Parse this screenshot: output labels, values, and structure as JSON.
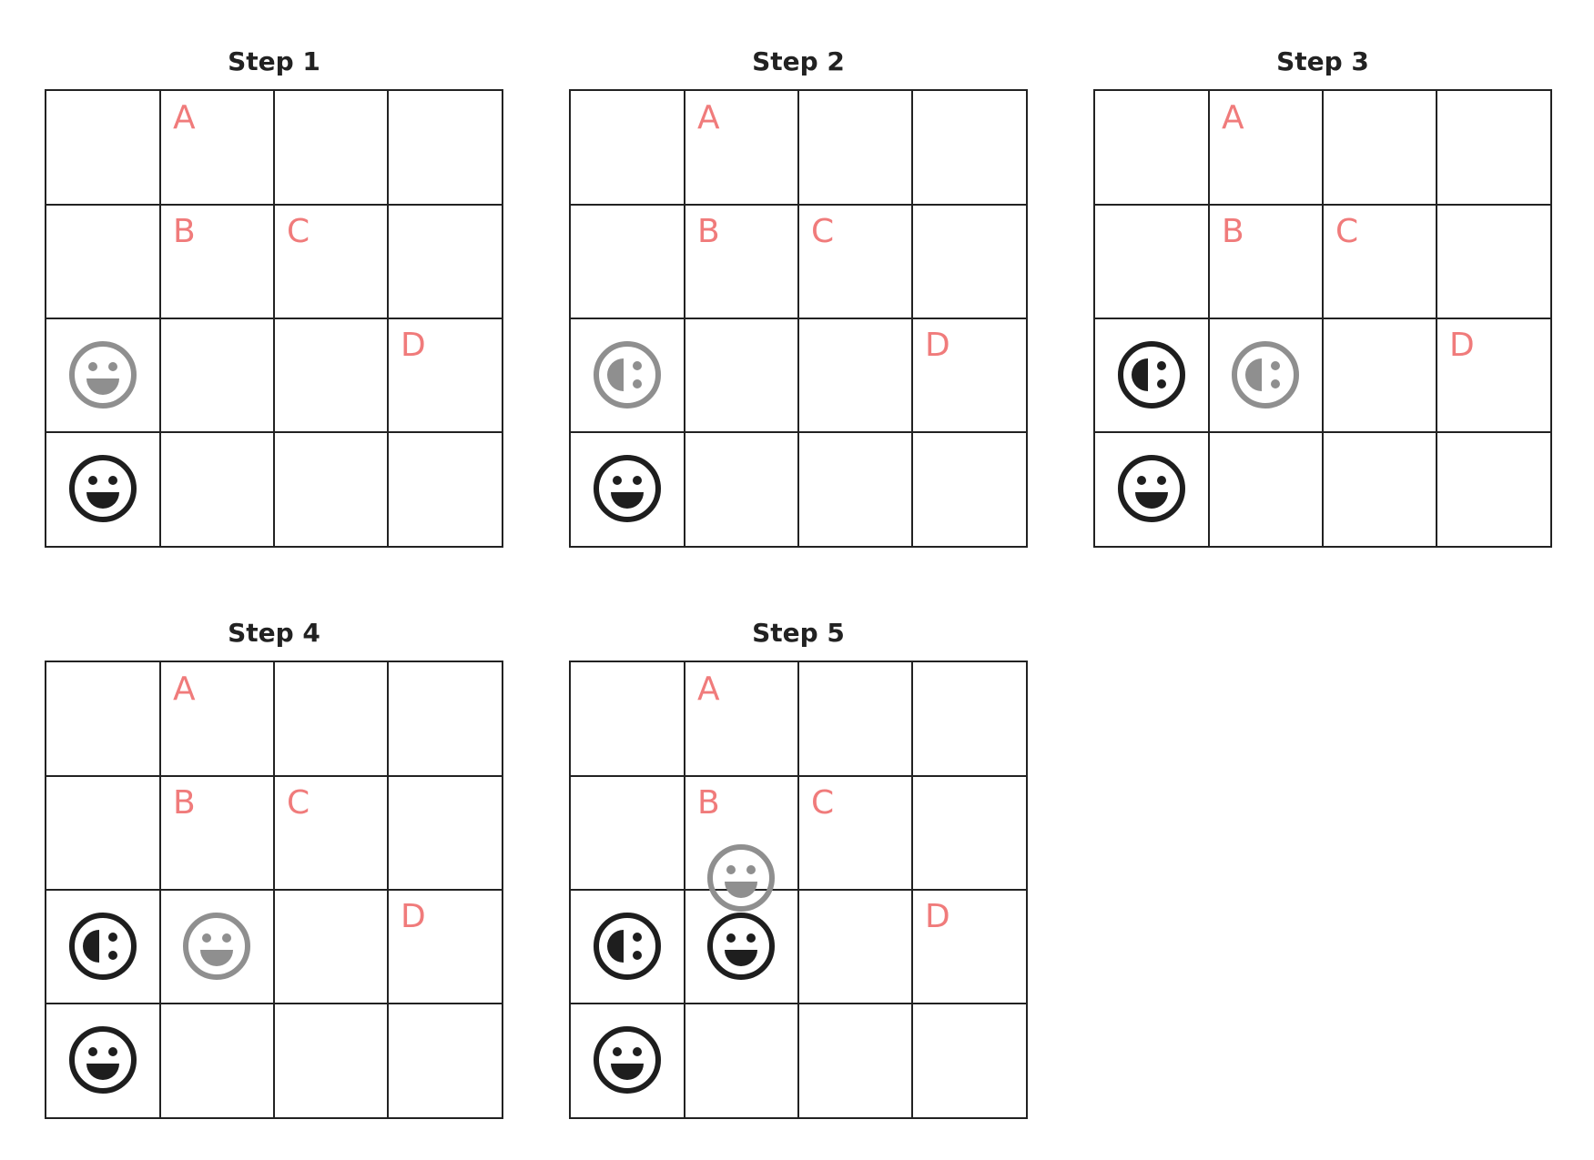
{
  "diagram": {
    "grid_size": 4,
    "colors": {
      "grid_line": "#222222",
      "label": "#f07b7b",
      "face_current": "#1e1e1e",
      "face_ghost": "#8f8f8f",
      "title": "#222222"
    },
    "cell_labels": [
      {
        "text": "A",
        "row": 0,
        "col": 1
      },
      {
        "text": "B",
        "row": 1,
        "col": 1
      },
      {
        "text": "C",
        "row": 1,
        "col": 2
      },
      {
        "text": "D",
        "row": 2,
        "col": 3
      }
    ],
    "panels": [
      {
        "title": "Step 1",
        "faces": [
          {
            "icon": "smile-face-icon",
            "tone": "ghost",
            "row": 2,
            "col": 0
          },
          {
            "icon": "smile-face-icon",
            "tone": "solid",
            "row": 3,
            "col": 0
          }
        ]
      },
      {
        "title": "Step 2",
        "faces": [
          {
            "icon": "face-left-icon",
            "tone": "ghost",
            "row": 2,
            "col": 0
          },
          {
            "icon": "smile-face-icon",
            "tone": "solid",
            "row": 3,
            "col": 0
          }
        ]
      },
      {
        "title": "Step 3",
        "faces": [
          {
            "icon": "face-left-icon",
            "tone": "solid",
            "row": 2,
            "col": 0
          },
          {
            "icon": "face-left-icon",
            "tone": "ghost",
            "row": 2,
            "col": 1
          },
          {
            "icon": "smile-face-icon",
            "tone": "solid",
            "row": 3,
            "col": 0
          }
        ]
      },
      {
        "title": "Step 4",
        "faces": [
          {
            "icon": "face-left-icon",
            "tone": "solid",
            "row": 2,
            "col": 0
          },
          {
            "icon": "smile-face-icon",
            "tone": "ghost",
            "row": 2,
            "col": 1
          },
          {
            "icon": "smile-face-icon",
            "tone": "solid",
            "row": 3,
            "col": 0
          }
        ]
      },
      {
        "title": "Step 5",
        "faces": [
          {
            "icon": "smile-face-icon",
            "tone": "ghost",
            "row": 1,
            "col": 1,
            "offset": "lower-right"
          },
          {
            "icon": "face-left-icon",
            "tone": "solid",
            "row": 2,
            "col": 0
          },
          {
            "icon": "smile-face-icon",
            "tone": "solid",
            "row": 2,
            "col": 1
          },
          {
            "icon": "smile-face-icon",
            "tone": "solid",
            "row": 3,
            "col": 0
          }
        ]
      }
    ]
  }
}
